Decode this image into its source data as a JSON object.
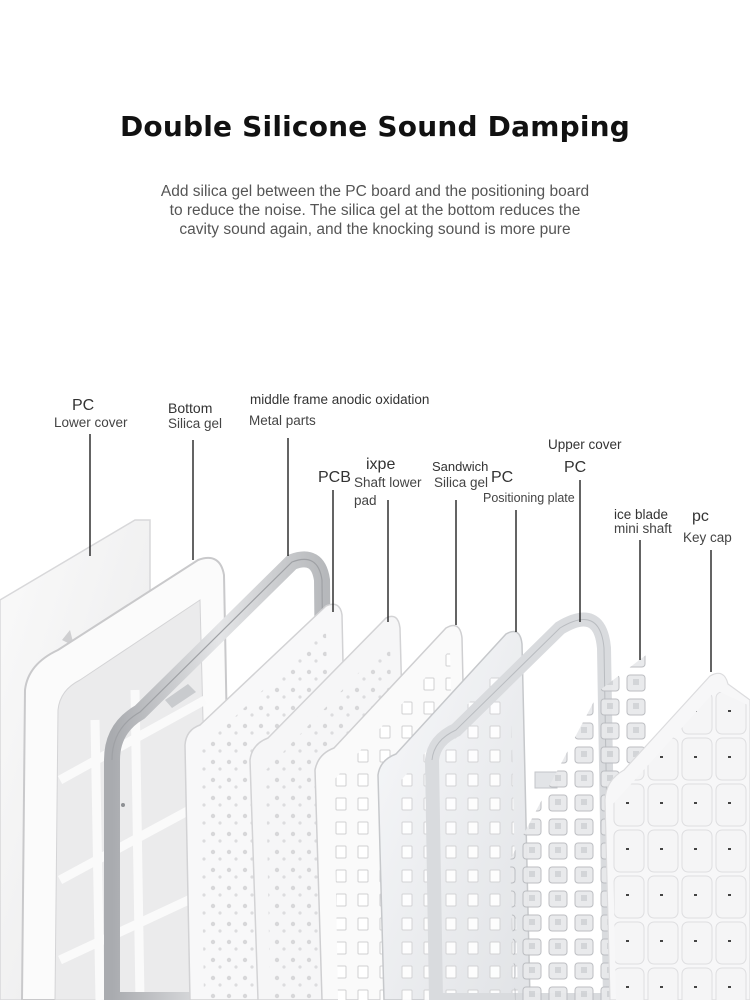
{
  "title": "Double Silicone Sound Damping",
  "description": [
    "Add silica gel between the PC board and the positioning board",
    "to reduce the noise. The silica gel at the bottom reduces the",
    "cavity sound again, and the knocking sound is more pure"
  ],
  "layers": [
    {
      "id": "lower-cover",
      "line1": "PC",
      "line2": "Lower cover"
    },
    {
      "id": "bottom-silica-gel",
      "line1": "Bottom",
      "line2": "Silica gel"
    },
    {
      "id": "metal-frame",
      "line1": "middle frame anodic oxidation",
      "line2": "Metal parts"
    },
    {
      "id": "pcb",
      "line1": "PCB",
      "line2": ""
    },
    {
      "id": "ixpe-pad",
      "line1": "ixpe",
      "line2": "Shaft lower",
      "line3": "pad"
    },
    {
      "id": "sandwich-silica-gel",
      "line1": "Sandwich",
      "line2": "Silica gel"
    },
    {
      "id": "positioning-plate",
      "line1": "PC",
      "line2": "Positioning plate"
    },
    {
      "id": "upper-cover",
      "line1": "Upper cover",
      "line2": "PC"
    },
    {
      "id": "mini-shaft",
      "line1": "ice blade",
      "line2": "mini shaft"
    },
    {
      "id": "key-cap",
      "line1": "pc",
      "line2": "Key cap"
    }
  ],
  "colors": {
    "background": "#ffffff",
    "title": "#111111",
    "description": "#555555",
    "leader": "#222222",
    "plate": "#f3f3f3",
    "plate_edge": "#d4d4d4",
    "metal": "#c2c4c7"
  }
}
